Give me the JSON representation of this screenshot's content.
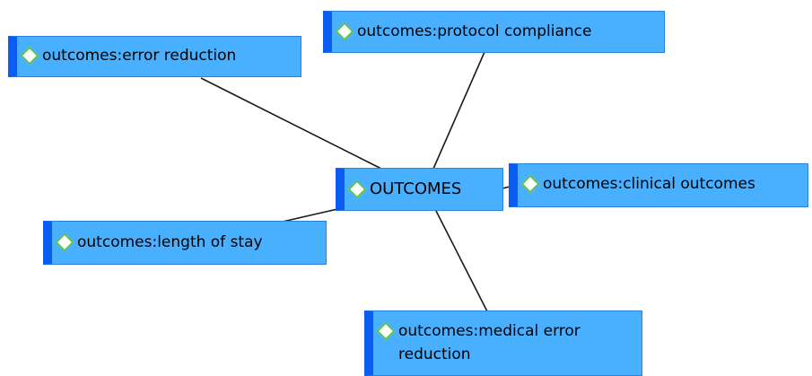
{
  "diagram": {
    "center": {
      "label": "OUTCOMES",
      "icon": "diamond-icon"
    },
    "nodes": [
      {
        "id": "error-reduction",
        "label": "outcomes:error reduction",
        "icon": "diamond-icon"
      },
      {
        "id": "protocol-compliance",
        "label": "outcomes:protocol compliance",
        "icon": "diamond-icon"
      },
      {
        "id": "clinical-outcomes",
        "label": "outcomes:clinical outcomes",
        "icon": "diamond-icon"
      },
      {
        "id": "length-of-stay",
        "label": "outcomes:length of stay",
        "icon": "diamond-icon"
      },
      {
        "id": "medical-error-reduction",
        "label": "outcomes:medical error reduction",
        "icon": "diamond-icon"
      }
    ],
    "colors": {
      "node_fill": "#49b0ff",
      "node_stripe": "#0a5cf2",
      "icon_border": "#58c248",
      "edge": "#1a1a1a"
    }
  }
}
